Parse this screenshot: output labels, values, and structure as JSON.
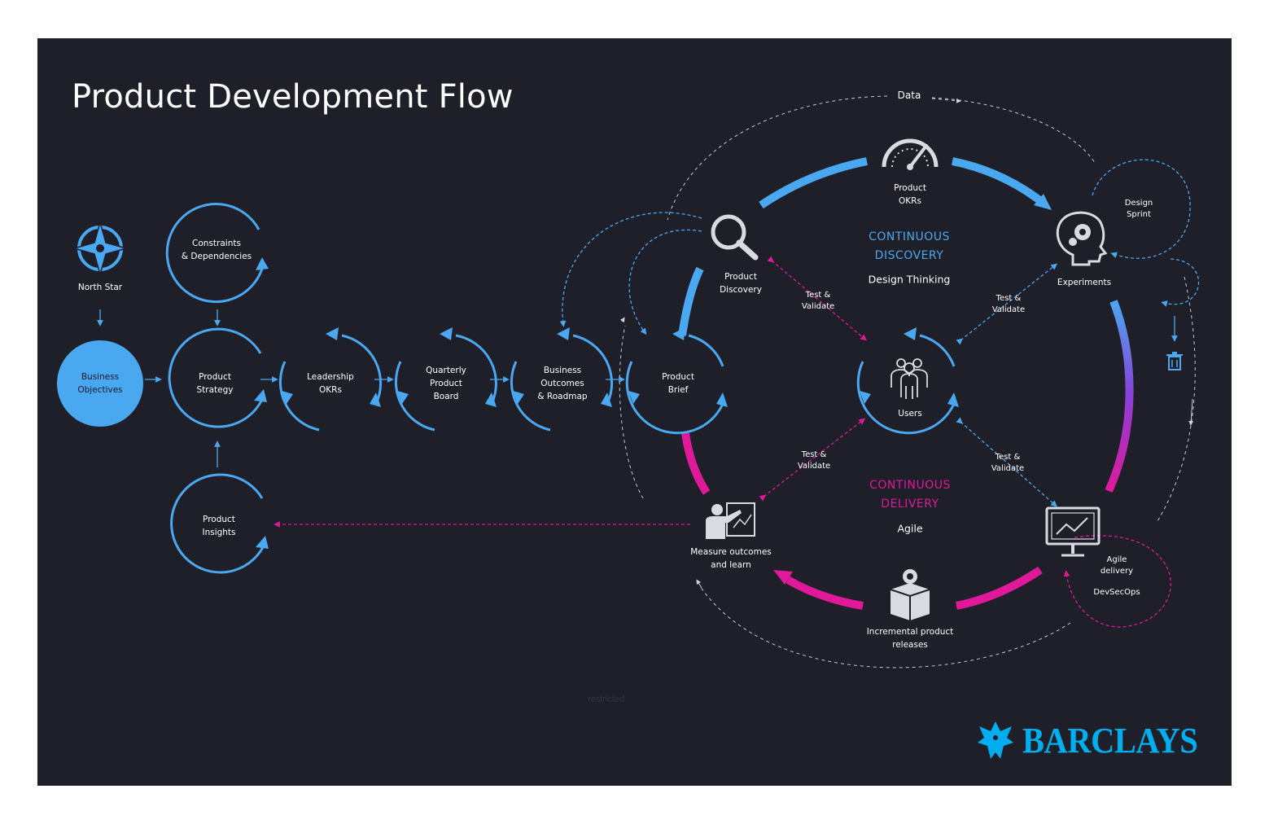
{
  "title": "Product Development Flow",
  "colors": {
    "background": "#1e1f29",
    "blue": "#4aa8f0",
    "pink": "#e0199a",
    "brand": "#00aeef"
  },
  "flow": {
    "north_star": "North Star",
    "business_objectives": [
      "Business",
      "Objectives"
    ],
    "constraints": [
      "Constraints",
      "& Dependencies"
    ],
    "product_strategy": [
      "Product",
      "Strategy"
    ],
    "product_insights": [
      "Product",
      "Insights"
    ],
    "leadership_okrs": [
      "Leadership",
      "OKRs"
    ],
    "quarterly_board": [
      "Quarterly",
      "Product",
      "Board"
    ],
    "business_outcomes": [
      "Business",
      "Outcomes",
      "& Roadmap"
    ],
    "product_brief": [
      "Product",
      "Brief"
    ]
  },
  "cycle": {
    "data": "Data",
    "product_okrs": [
      "Product",
      "OKRs"
    ],
    "design_sprint": [
      "Design",
      "Sprint"
    ],
    "experiments": "Experiments",
    "product_discovery": [
      "Product",
      "Discovery"
    ],
    "users": "Users",
    "discovery_title": [
      "CONTINUOUS",
      "DISCOVERY"
    ],
    "discovery_sub": "Design Thinking",
    "delivery_title": [
      "CONTINUOUS",
      "DELIVERY"
    ],
    "delivery_sub": "Agile",
    "measure": [
      "Measure outcomes",
      "and learn"
    ],
    "incremental": [
      "Incremental product",
      "releases"
    ],
    "agile_delivery": [
      "Agile",
      "delivery"
    ],
    "devsecops": "DevSecOps",
    "test_validate": [
      "Test &",
      "Validate"
    ]
  },
  "icons": [
    "compass-icon",
    "gauge-icon",
    "search-icon",
    "brain-gear-icon",
    "users-group-icon",
    "presenter-icon",
    "box-gear-icon",
    "monitor-chart-icon",
    "trash-icon",
    "barclays-eagle-icon"
  ],
  "watermark": "restricted",
  "brand": "BARCLAYS"
}
